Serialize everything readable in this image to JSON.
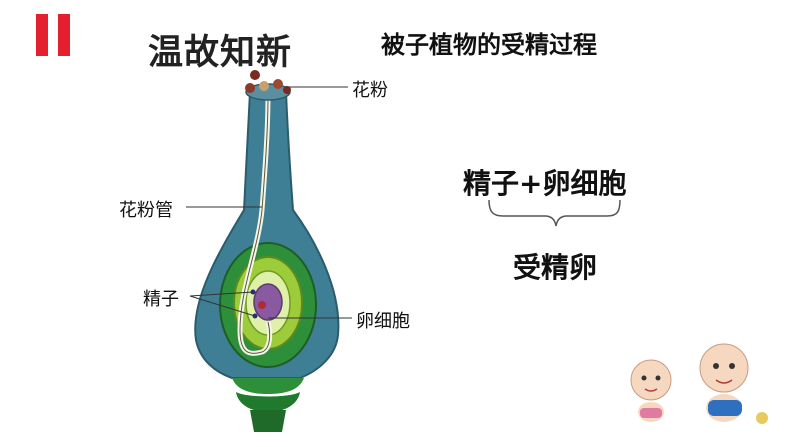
{
  "slide": {
    "title": "温故知新",
    "subtitle": "被子植物的受精过程",
    "accent_color": "#e5202e"
  },
  "diagram": {
    "labels": {
      "pollen": "花粉",
      "pollen_tube": "花粉管",
      "sperm": "精子",
      "egg_cell": "卵细胞"
    },
    "colors": {
      "pistil": "#3f7f95",
      "ovule_outer": "#2e8f3a",
      "ovule_inner": "#9ccc3a",
      "egg": "#8a5aa0",
      "base": "#1f7a2e"
    }
  },
  "equation": {
    "reactants": "精子+卵细胞",
    "product": "受精卵"
  },
  "decoration": {
    "icon": "two-cartoon-babies"
  }
}
